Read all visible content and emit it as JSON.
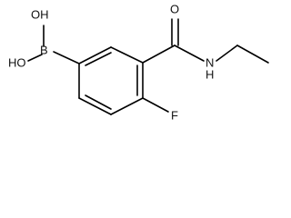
{
  "molecule": {
    "labels": {
      "oh_top": "OH",
      "ho_left": "HO",
      "boron": "B",
      "oxygen": "O",
      "nitrogen": "N",
      "hydrogen": "H",
      "fluorine": "F"
    }
  }
}
